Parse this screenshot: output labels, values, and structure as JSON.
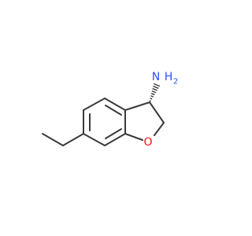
{
  "molecule": {
    "atoms": {
      "nitrogen": {
        "symbol": "N",
        "color": "#3050F8"
      },
      "hydrogens": {
        "symbol": "H",
        "count": "2",
        "color": "#3050F8"
      },
      "oxygen": {
        "symbol": "O",
        "color": "#FF0D0D"
      }
    },
    "stereo": {
      "type": "hashed-wedge"
    },
    "bond_color": "#3a3a3a"
  }
}
